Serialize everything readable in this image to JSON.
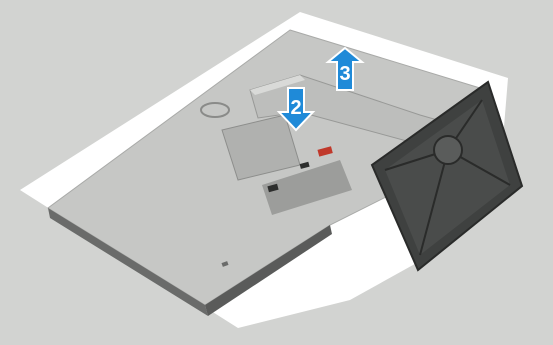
{
  "illustration": {
    "subject": "monitor-stand-removal",
    "steps": [
      {
        "label": "2",
        "direction": "down",
        "color": "#1f8ad8"
      },
      {
        "label": "3",
        "direction": "up",
        "color": "#1f8ad8"
      }
    ],
    "colors": {
      "background": "#d2d3d1",
      "cloth": "#ffffff",
      "monitor_back": "#c4c5c3",
      "stand_base": "#3f4140",
      "arrow": "#1f8ad8"
    }
  }
}
